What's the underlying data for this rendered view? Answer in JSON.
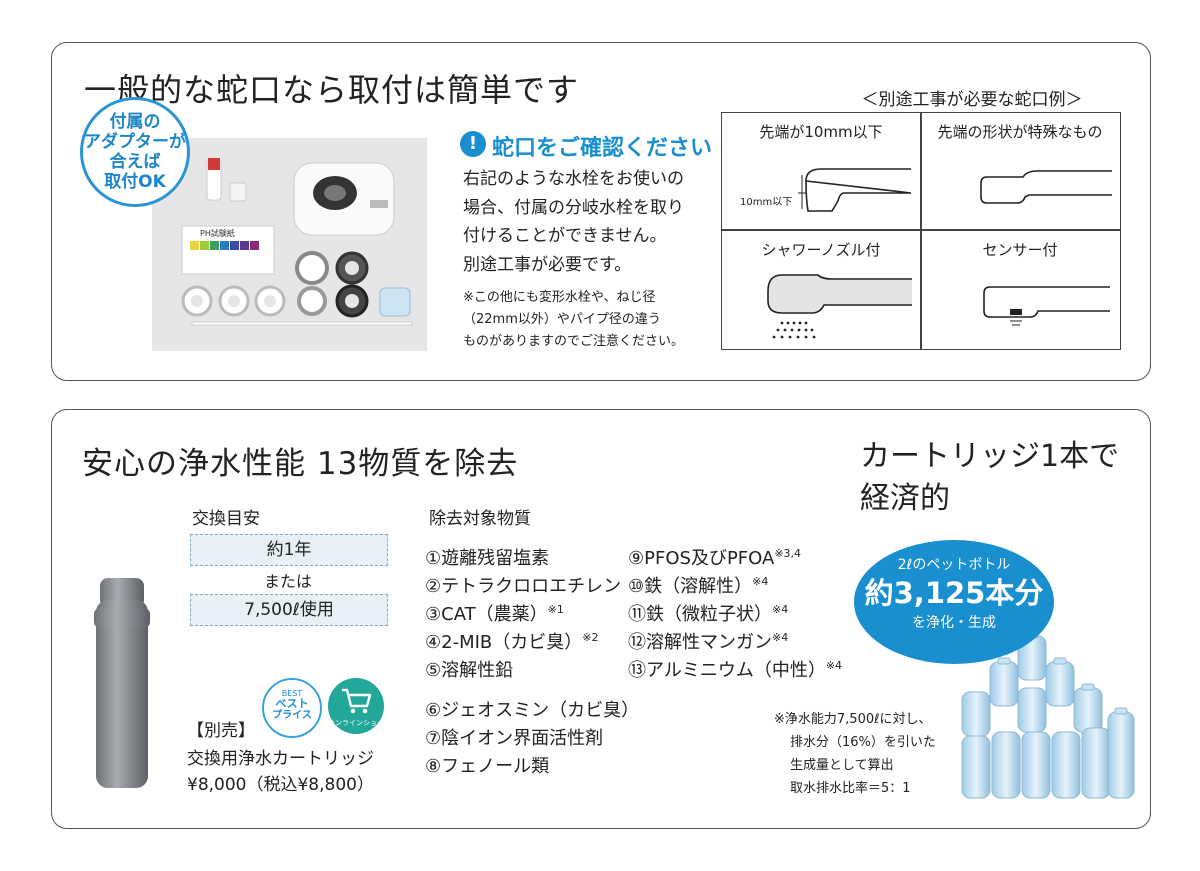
{
  "section1": {
    "title": "一般的な蛇口なら取付は簡単です",
    "badge_lines": [
      "付属の",
      "アダプターが",
      "合えば",
      "取付OK"
    ],
    "kit_label": "PH試験紙",
    "notice": {
      "icon": "!",
      "title": "蛇口をご確認ください",
      "lines": [
        "右記のような水栓をお使いの",
        "場合、付属の分岐水栓を取り",
        "付けることができません。",
        "別途工事が必要です。"
      ],
      "small_lines": [
        "※この他にも変形水栓や、ねじ径",
        "（22mm以外）やパイプ径の違う",
        "ものがありますのでご注意ください。"
      ]
    },
    "examples": {
      "title": "＜別途工事が必要な蛇口例＞",
      "cells": [
        {
          "label": "先端が10mm以下",
          "sub": "10mm以下"
        },
        {
          "label": "先端の形状が特殊なもの"
        },
        {
          "label": "シャワーノズル付"
        },
        {
          "label": "センサー付"
        }
      ]
    }
  },
  "section2": {
    "title": "安心の浄水性能 13物質を除去",
    "exchange": {
      "label": "交換目安",
      "value1": "約1年",
      "or": "または",
      "value2": "7,500ℓ使用"
    },
    "product": {
      "tag": "【別売】",
      "name": "交換用浄水カートリッジ",
      "price": "¥8,000（税込¥8,800）",
      "badge_best_top": "BEST",
      "badge_best_main": "ベスト",
      "badge_best_sub": "プライス",
      "badge_online": "オンラインショップ"
    },
    "removal": {
      "label": "除去対象物質",
      "left": [
        {
          "text": "①遊離残留塩素",
          "sup": ""
        },
        {
          "text": "②テトラクロロエチレン",
          "sup": ""
        },
        {
          "text": "③CAT（農薬）",
          "sup": "※1"
        },
        {
          "text": "④2-MIB（カビ臭）",
          "sup": "※2"
        },
        {
          "text": "⑤溶解性鉛",
          "sup": ""
        },
        {
          "text": "⑥ジェオスミン（カビ臭）",
          "sup": ""
        },
        {
          "text": "⑦陰イオン界面活性剤",
          "sup": ""
        },
        {
          "text": "⑧フェノール類",
          "sup": ""
        }
      ],
      "right": [
        {
          "text": "⑨PFOS及びPFOA",
          "sup": "※3,4"
        },
        {
          "text": "⑩鉄（溶解性）",
          "sup": "※4"
        },
        {
          "text": "⑪鉄（微粒子状）",
          "sup": "※4"
        },
        {
          "text": "⑫溶解性マンガン",
          "sup": "※4"
        },
        {
          "text": "⑬アルミニウム（中性）",
          "sup": "※4"
        }
      ]
    },
    "economy": {
      "title_line1": "カートリッジ1本で",
      "title_line2": "経済的",
      "bubble_top": "2ℓのペットボトル",
      "bubble_main": "約3,125本分",
      "bubble_bottom": "を浄化・生成",
      "notes": [
        "※浄水能力7,500ℓに対し、",
        "排水分（16%）を引いた",
        "生成量として算出",
        "取水排水比率＝5：1"
      ]
    }
  },
  "colors": {
    "accent_blue": "#1a8fd0",
    "bubble_blue": "#1a8fd0",
    "band": "#e7f0f7",
    "border": "#555555"
  }
}
